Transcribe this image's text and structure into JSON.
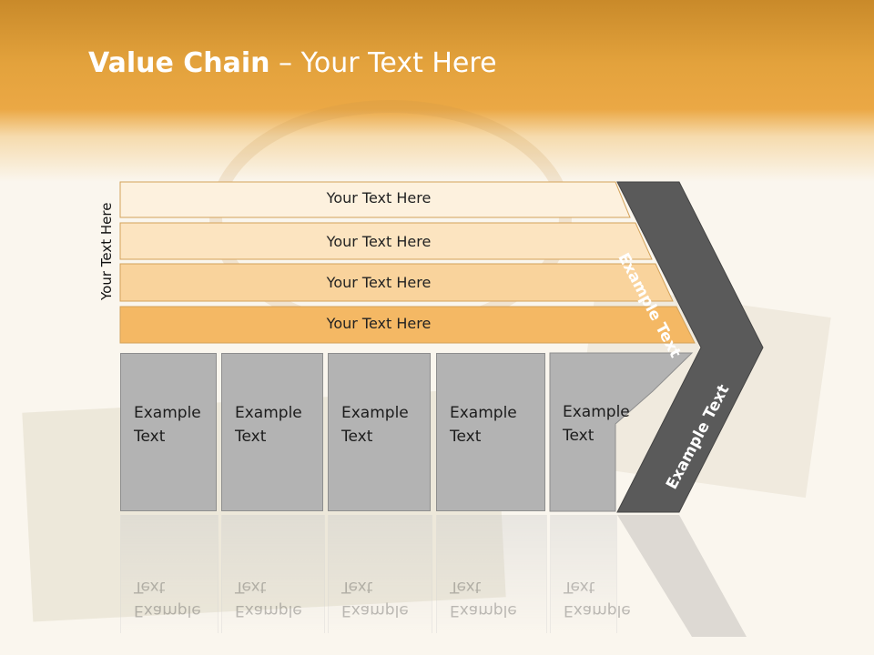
{
  "title": {
    "bold": "Value Chain",
    "rest": " – Your Text Here"
  },
  "side_label": "Your Text Here",
  "bands": [
    {
      "label": "Your Text Here",
      "fill": "#fdf1de"
    },
    {
      "label": "Your Text Here",
      "fill": "#fce4c0"
    },
    {
      "label": "Your Text Here",
      "fill": "#f9d39c"
    },
    {
      "label": "Your Text Here",
      "fill": "#f4b864"
    }
  ],
  "boxes": [
    {
      "line1": "Example",
      "line2": "Text"
    },
    {
      "line1": "Example",
      "line2": "Text"
    },
    {
      "line1": "Example",
      "line2": "Text"
    },
    {
      "line1": "Example",
      "line2": "Text"
    },
    {
      "line1": "Example",
      "line2": "Text"
    }
  ],
  "chevron": {
    "top_label": "Example Text",
    "bottom_label": "Example Text",
    "fill": "#5a5a5a"
  },
  "colors": {
    "header": "#e3a23c",
    "box": "#b3b3b3",
    "band_stroke": "#d3a25a"
  }
}
